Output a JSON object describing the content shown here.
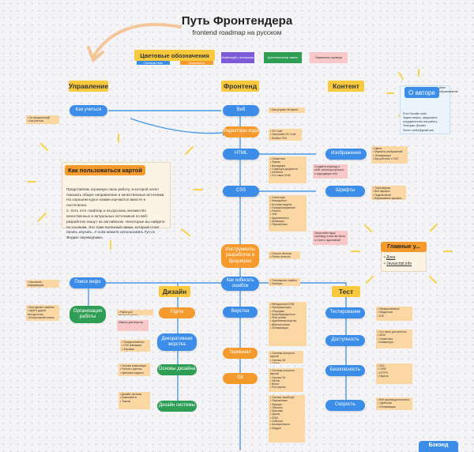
{
  "title": "Путь Фронтендера",
  "subtitle": "frontend roadmap на русском",
  "legend": {
    "title": "Цветовые обозначения",
    "items": [
      {
        "key": "primary",
        "label": "Основная тема",
        "bg": "#3b8de8"
      },
      {
        "key": "optional",
        "label": "Опционально",
        "bg": "#f59a2d"
      },
      {
        "key": "combine",
        "label": "Комбинируй с остальными",
        "bg": "#7e5ad8"
      },
      {
        "key": "extra",
        "label": "Дополнительные знания",
        "bg": "#2f9e55"
      },
      {
        "key": "warning",
        "label": "Упражнения, примеры",
        "bg": "#f8c7c7"
      }
    ]
  },
  "columns": {
    "management": "Управление",
    "frontend": "Фронтенд",
    "content": "Контент",
    "design": "Дизайн",
    "test": "Тест"
  },
  "nodes": {
    "learn": "Как учиться",
    "web": "Веб",
    "editors": "Редакторы кода",
    "html": "HTML",
    "css": "CSS",
    "images": "Изображения",
    "fonts": "Шрифты",
    "devtools": "Инструменты разработки в браузерах",
    "avoid_errors": "Как избегать ошибок",
    "search_info": "Поиск инфо",
    "organize_work": "Организация работы",
    "figma": "Figma",
    "decorative": "Декоративная верстка",
    "design_basics": "Основы дизайна",
    "design_systems": "Дизайн системы",
    "layout": "Верстка",
    "terminal": "Терминал",
    "git": "Git",
    "testing": "Тестирование",
    "accessibility": "Доступность",
    "security": "Безопасность",
    "speed": "Скорость",
    "backend": "Бэкэнд"
  },
  "about": {
    "title": "О авторе",
    "text": "Я на Гитхабе: sobir\nЗадать вопрос, предложить сотрудничество или работу\nТелеграм: @sobirz\nПочта: sobirz@gmail.com",
    "side_text": "рмы\nобразование"
  },
  "how_to_use": {
    "title": "Как пользоваться картой",
    "body": "Представляю огромную свою работу, в которой хотел показать общее направление и качественные источники. На хорошем курсе нажми изучаются вместе и постепенно.\n2. Хоть этот roadmap и на русском, множество качественных и актуальных источников по веб-разработке пишут на английском. Некоторые вы найдете по ссылкам. Это тоже полезный навык, который стоит начать изучать. А пока можете использовать Гугл и Яндекс переводчики."
  },
  "main_topics": {
    "title": "Главные у...",
    "items": [
      "Дока",
      "Javascript.info"
    ]
  },
  "notes": {
    "mgmt_left": "• Не прокрастинуй\n• Как учиться эффективно",
    "web_right": "• Как устроен Интернет",
    "editors_right": "• VS Code\n• Настройка VS Code\n• Sublime Text",
    "html_right": "• Семантика\n• Формы\n• Валидация\n• Структура документа\n• Метатеги\n• Что такое DOM",
    "html_pink": "Создайте страницу о себе, используя флексы и подходящие теги",
    "images_right": "• Цвета\n• Форматы изображений\n• Оптимизация\n• Как работать с SVG",
    "css_right": "• Селекторы\n• Каскадность\n• Блочная модель\n• Позиционирование\n• Flexbox\n• Grid\n• Адаптивность\n• Анимации\n• Переменные",
    "css_pink": "Сверстайте вашу страницу, чтобы вы были в стиле и адаптивной",
    "fonts_right": "• Типографика\n• Веб шрифты\n• Подключение\n• Вариативные шрифты",
    "devtools_right": "• Chrome devtools\n• Firefox devtools",
    "avoid_right": "• Популярные ошибки\n• Линтеры",
    "search_left": "• Как искать информацию\n• Stack overflow",
    "organize_left": "• Как сделать заметки\n• Agile и другие методологии\n• Контрольный список",
    "figma_right": "• Figma для верстальщиков",
    "figma_pink": "Макеты для верстки",
    "decor_left": "• Псевдоэлементы\n• CSS анимации\n• Фоновые изображения",
    "design_left": "• Основы композиции\n• Работа с цветом\n• Цветовые модели",
    "dsys_left": "• Дизайн системы\n• Компоненты\n• Токены",
    "layout_right": "• Методологии БЭМ\n• Препроцессоры\n• Сборщики\n• Кроссбраузерность\n• Pixel perfect\n• Адаптивная верстка\n• Вёрстка писем\n• Оптимизация",
    "git_right": "• Системы контроля версий\n• Основы Git\n• GitHub\n• Ветки\n• Pull request",
    "git_right2": "• Основы JavaScript\n• Переменные\n• Функции\n• Объекты\n• Массивы\n• Циклы\n• DOM\n• События\n• Асинхронность\n• Модули",
    "test_right": "• Функциональное\n• Модульное\n• E2E",
    "access_right": "• Что такое доступность\n• ARIA\n• Семантика\n• Клавиатура",
    "security_right": "• XSS\n• CSRF\n• HTTPS\n• Пароли",
    "speed_right": "• Веб производительность\n• Lighthouse\n• Оптимизация"
  }
}
